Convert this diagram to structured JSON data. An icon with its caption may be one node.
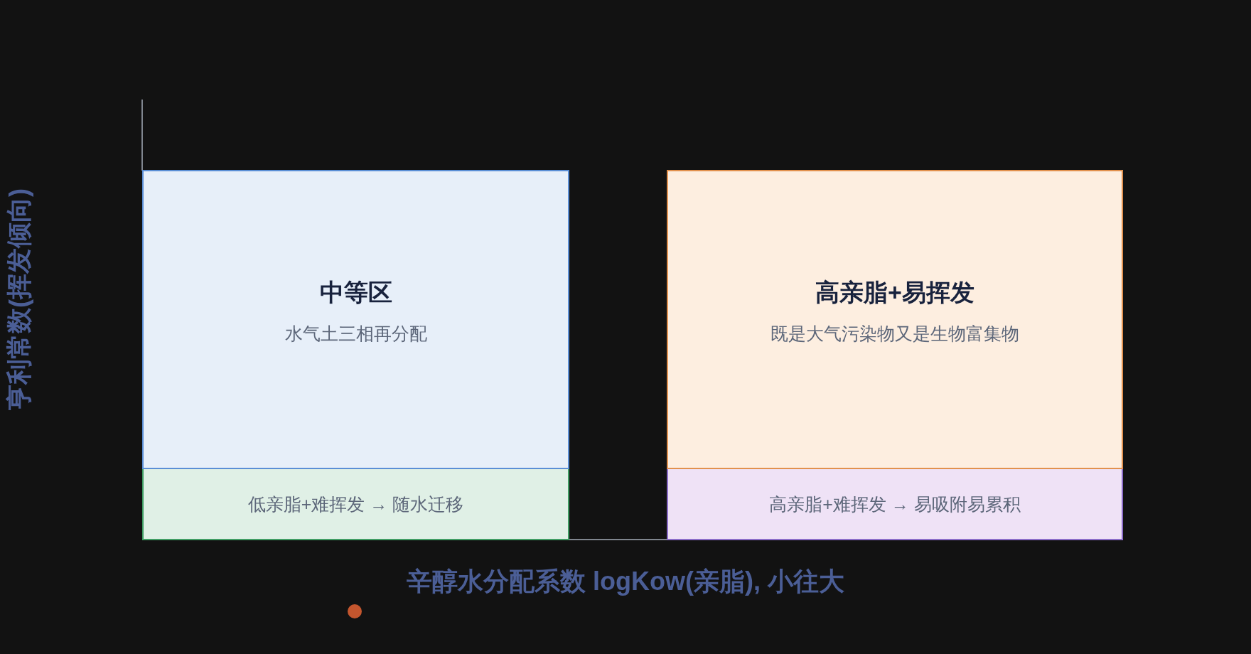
{
  "diagram": {
    "nodes": [
      {
        "text": [
          "中等区",
          "水气土三相再分配"
        ]
      },
      {
        "text": [
          "高亲脂+易挥发",
          "既是大气污染物又是生物富集物"
        ]
      },
      {
        "text": [
          "低亲脂+难挥发 → 随水迁移"
        ]
      },
      {
        "text": [
          "高亲脂+难挥发 → 易吸附易累积"
        ]
      }
    ],
    "labels": [
      "亨利常数(挥发倾向)",
      "辛醇水分配系数 logKow(亲脂), 小往大"
    ]
  }
}
